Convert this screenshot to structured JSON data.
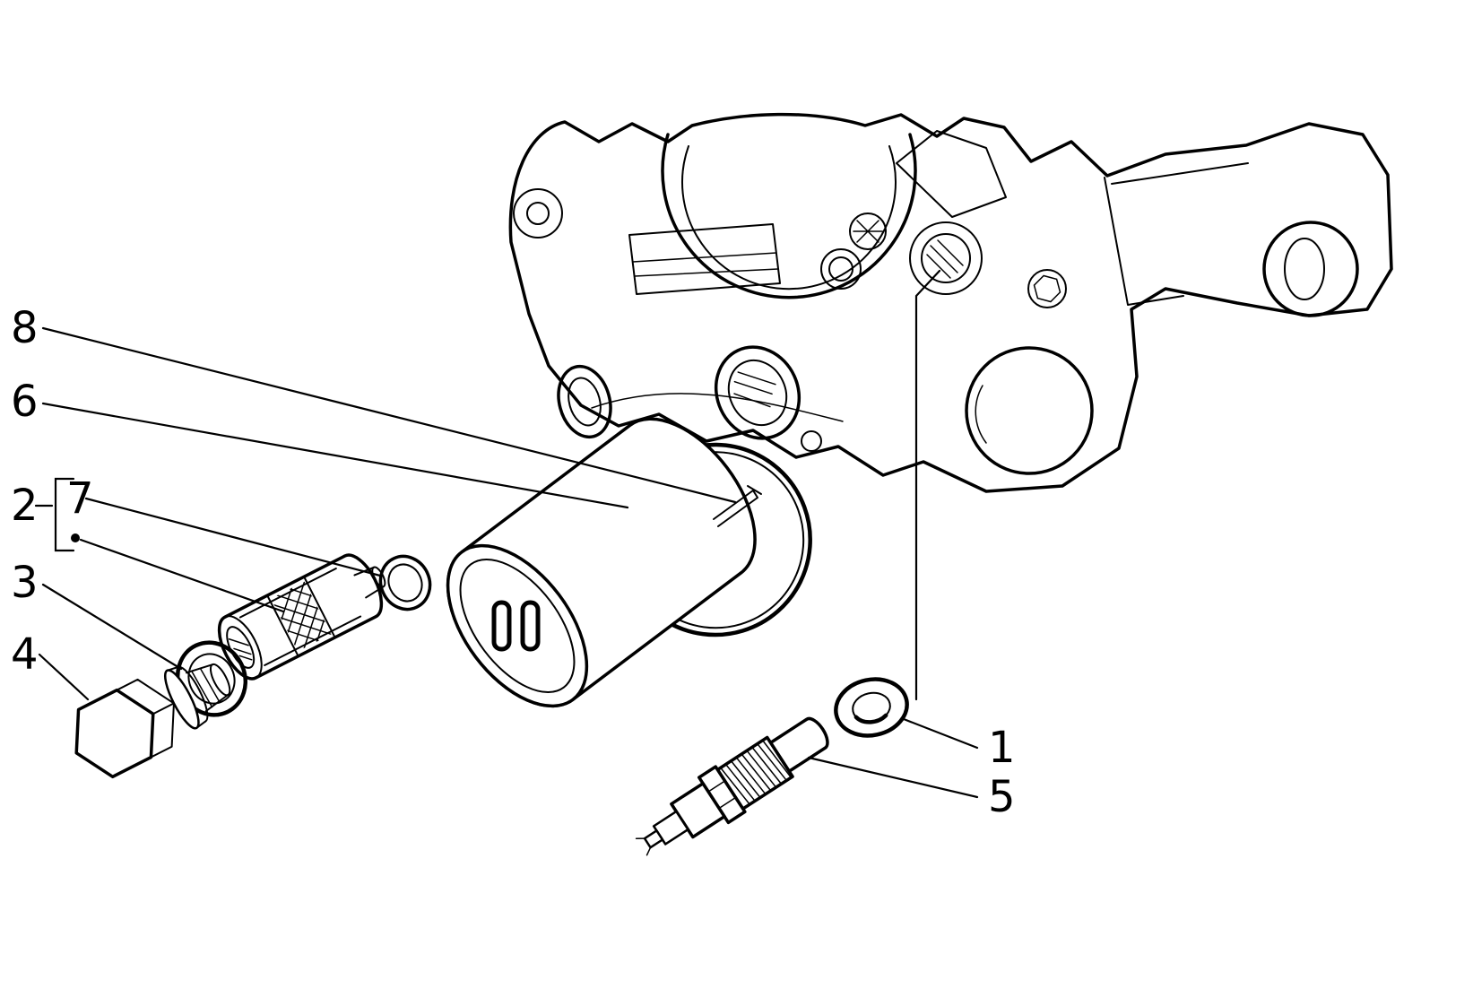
{
  "figure": {
    "type": "exploded-parts-diagram",
    "callouts": {
      "c1": "1",
      "c2": "2",
      "c3": "3",
      "c4": "4",
      "c5": "5",
      "c6": "6",
      "c7": "7",
      "c8": "8"
    }
  },
  "colors": {
    "line": "#000000",
    "background": "#ffffff"
  }
}
